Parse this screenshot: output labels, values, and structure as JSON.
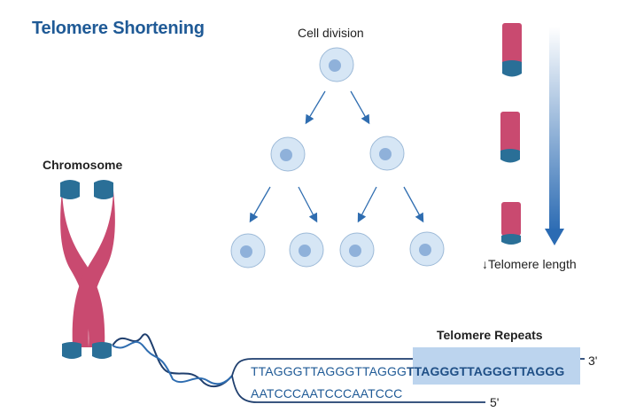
{
  "title": "Telomere Shortening",
  "cell_division_label": "Cell division",
  "chromosome_label": "Chromosome",
  "telomere_length_label": "↓Telomere length",
  "telomere_repeats_label": "Telomere Repeats",
  "sequence": {
    "top_plain": "TTAGGGTTAGGGTTAGGG",
    "top_highlight": "TTAGGGTTAGGGTTAGGG",
    "bottom": "AATCCCAATCCCAATCCC",
    "end_top": "3'",
    "end_bottom": "5'"
  },
  "colors": {
    "title": "#1f5a96",
    "chromosome_arm": "#c94a70",
    "telomere_cap": "#2a6f97",
    "cell_fill": "#d6e6f5",
    "cell_nucleus": "#8fb1da",
    "arrow": "#2f6db0",
    "highlight": "#bcd4ee"
  }
}
